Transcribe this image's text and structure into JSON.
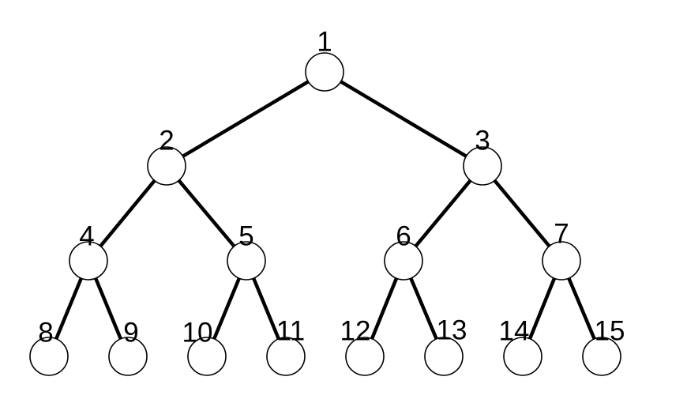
{
  "diagram": {
    "type": "binary-tree",
    "nodes": [
      {
        "id": 1,
        "label": "1"
      },
      {
        "id": 2,
        "label": "2"
      },
      {
        "id": 3,
        "label": "3"
      },
      {
        "id": 4,
        "label": "4"
      },
      {
        "id": 5,
        "label": "5"
      },
      {
        "id": 6,
        "label": "6"
      },
      {
        "id": 7,
        "label": "7"
      },
      {
        "id": 8,
        "label": "8"
      },
      {
        "id": 9,
        "label": "9"
      },
      {
        "id": 10,
        "label": "10"
      },
      {
        "id": 11,
        "label": "11"
      },
      {
        "id": 12,
        "label": "12"
      },
      {
        "id": 13,
        "label": "13"
      },
      {
        "id": 14,
        "label": "14"
      },
      {
        "id": 15,
        "label": "15"
      }
    ],
    "edges": [
      [
        1,
        2
      ],
      [
        1,
        3
      ],
      [
        2,
        4
      ],
      [
        2,
        5
      ],
      [
        3,
        6
      ],
      [
        3,
        7
      ],
      [
        4,
        8
      ],
      [
        4,
        9
      ],
      [
        5,
        10
      ],
      [
        5,
        11
      ],
      [
        6,
        12
      ],
      [
        6,
        13
      ],
      [
        7,
        14
      ],
      [
        7,
        15
      ]
    ],
    "colors": {
      "edge": "#000000",
      "node_fill": "#ffffff",
      "node_stroke": "#000000",
      "label": "#000000"
    }
  }
}
